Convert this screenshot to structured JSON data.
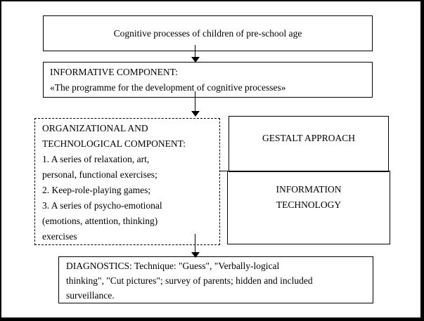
{
  "frame": {
    "background": "#ffffff",
    "border_color": "#000000",
    "line_color": "#000000",
    "text_color": "#000000"
  },
  "diagram": {
    "top_box": {
      "text": "Cognitive processes of children of pre-school age"
    },
    "informative_box": {
      "lines": [
        "INFORMATIVE COMPONENT:",
        "«The programme for the development of cognitive processes»"
      ]
    },
    "organizational_box": {
      "lines": [
        "ORGANIZATIONAL AND",
        "TECHNOLOGICAL COMPONENT:",
        "1. A series of relaxation, art,",
        "personal, functional exercises;",
        "2. Keep-role-playing games;",
        "3. A series of psycho-emotional",
        "(emotions, attention, thinking)",
        "exercises"
      ]
    },
    "gestalt_box": {
      "text": "GESTALT APPROACH"
    },
    "information_technology_box": {
      "lines": [
        "INFORMATION",
        "TECHNOLOGY"
      ]
    },
    "diagnostics_box": {
      "lines": [
        "DIAGNOSTICS: Technique: \"Guess\", \"Verbally-logical",
        "thinking\", \"Cut pictures\"; survey of parents; hidden and included",
        "surveillance."
      ]
    }
  }
}
